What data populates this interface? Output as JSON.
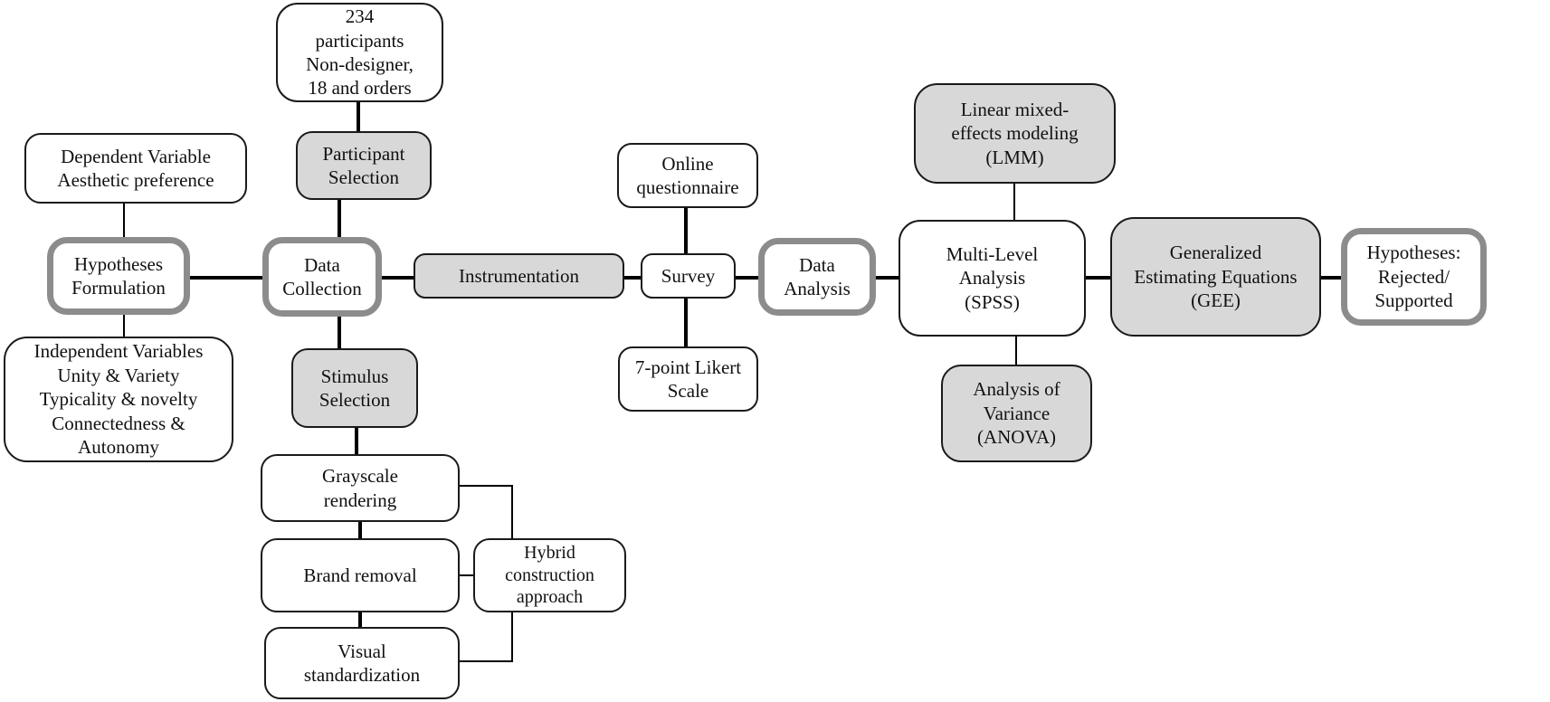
{
  "colors": {
    "background": "#ffffff",
    "node_fill_gray": "#d8d8d8",
    "ring_border_gray": "#8c8c8c",
    "node_border_black": "#1a1a1a",
    "connector_black": "#000000"
  },
  "nodes": {
    "participants": {
      "label": "234\nparticipants\nNon-designer,\n18 and orders",
      "style": "white"
    },
    "participant_selection": {
      "label": "Participant\nSelection",
      "style": "gray"
    },
    "dependent_variable": {
      "label": "Dependent Variable\nAesthetic preference",
      "style": "white"
    },
    "hypotheses_formulation": {
      "label": "Hypotheses\nFormulation",
      "style": "ring"
    },
    "independent_variables": {
      "label": "Independent Variables\nUnity & Variety\nTypicality & novelty\nConnectedness &\nAutonomy",
      "style": "white"
    },
    "data_collection": {
      "label": "Data\nCollection",
      "style": "ring"
    },
    "stimulus_selection": {
      "label": "Stimulus\nSelection",
      "style": "gray"
    },
    "instrumentation": {
      "label": "Instrumentation",
      "style": "gray"
    },
    "online_questionnaire": {
      "label": "Online\nquestionnaire",
      "style": "white"
    },
    "survey": {
      "label": "Survey",
      "style": "white"
    },
    "likert_scale": {
      "label": "7-point Likert\nScale",
      "style": "white"
    },
    "data_analysis": {
      "label": "Data\nAnalysis",
      "style": "ring"
    },
    "multi_level_analysis": {
      "label": "Multi-Level\nAnalysis\n(SPSS)",
      "style": "white"
    },
    "lmm": {
      "label": "Linear mixed-\neffects modeling\n(LMM)",
      "style": "gray"
    },
    "anova": {
      "label": "Analysis of\nVariance\n(ANOVA)",
      "style": "gray"
    },
    "gee": {
      "label": "Generalized\nEstimating Equations\n(GEE)",
      "style": "gray"
    },
    "hypotheses_outcome": {
      "label": "Hypotheses:\nRejected/\nSupported",
      "style": "ring"
    },
    "grayscale_rendering": {
      "label": "Grayscale\nrendering",
      "style": "white"
    },
    "brand_removal": {
      "label": "Brand removal",
      "style": "white"
    },
    "visual_standardization": {
      "label": "Visual\nstandardization",
      "style": "white"
    },
    "hybrid_construction": {
      "label": "Hybrid\nconstruction\napproach",
      "style": "white"
    }
  },
  "edges": [
    {
      "from": "participants",
      "to": "participant_selection"
    },
    {
      "from": "participant_selection",
      "to": "data_collection"
    },
    {
      "from": "dependent_variable",
      "to": "hypotheses_formulation"
    },
    {
      "from": "hypotheses_formulation",
      "to": "independent_variables"
    },
    {
      "from": "hypotheses_formulation",
      "to": "data_collection"
    },
    {
      "from": "data_collection",
      "to": "instrumentation"
    },
    {
      "from": "data_collection",
      "to": "stimulus_selection"
    },
    {
      "from": "instrumentation",
      "to": "survey"
    },
    {
      "from": "online_questionnaire",
      "to": "survey"
    },
    {
      "from": "survey",
      "to": "likert_scale"
    },
    {
      "from": "survey",
      "to": "data_analysis"
    },
    {
      "from": "data_analysis",
      "to": "multi_level_analysis"
    },
    {
      "from": "lmm",
      "to": "multi_level_analysis"
    },
    {
      "from": "multi_level_analysis",
      "to": "anova"
    },
    {
      "from": "multi_level_analysis",
      "to": "gee"
    },
    {
      "from": "gee",
      "to": "hypotheses_outcome"
    },
    {
      "from": "stimulus_selection",
      "to": "grayscale_rendering"
    },
    {
      "from": "grayscale_rendering",
      "to": "brand_removal"
    },
    {
      "from": "brand_removal",
      "to": "visual_standardization"
    },
    {
      "from": "grayscale_rendering",
      "to": "hybrid_construction"
    },
    {
      "from": "brand_removal",
      "to": "hybrid_construction"
    },
    {
      "from": "visual_standardization",
      "to": "hybrid_construction"
    }
  ]
}
